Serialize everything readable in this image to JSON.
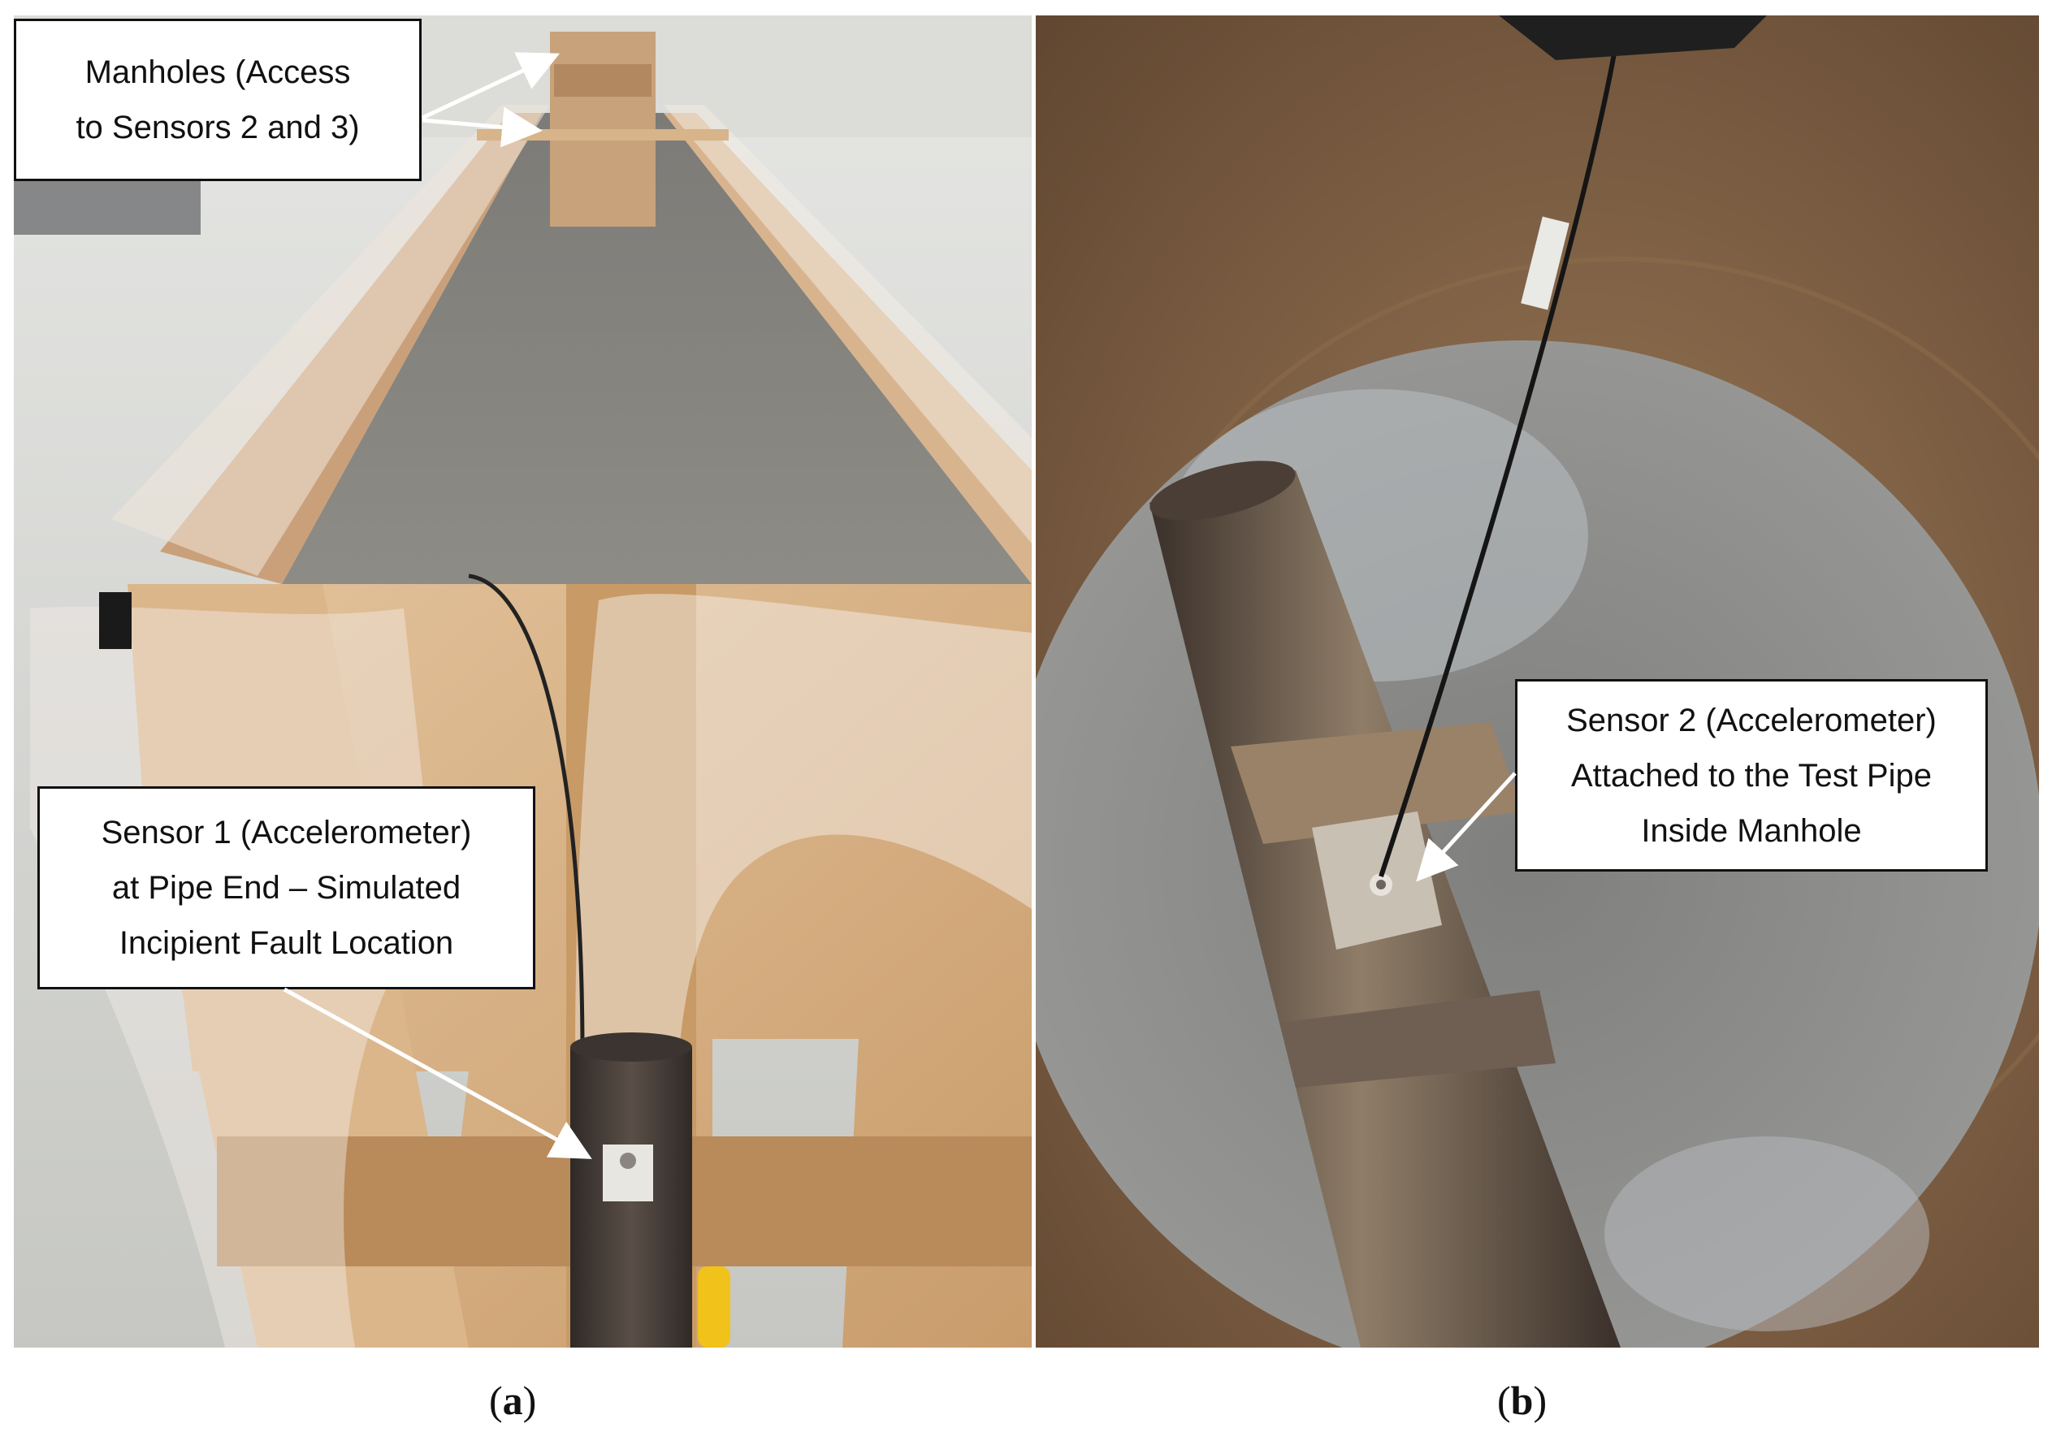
{
  "figure": {
    "panel_a": {
      "label_open": "(",
      "label_letter": "a",
      "label_close": ")",
      "callouts": {
        "manholes": [
          "Manholes (Access",
          "to Sensors 2 and 3)"
        ],
        "sensor1": [
          "Sensor 1 (Accelerometer)",
          "at Pipe End – Simulated",
          "Incipient Fault Location"
        ]
      },
      "photo_icon": "wooden-trench-box-with-pipe-photo"
    },
    "panel_b": {
      "label_open": "(",
      "label_letter": "b",
      "label_close": ")",
      "callouts": {
        "sensor2": [
          "Sensor 2 (Accelerometer)",
          "Attached to the Test Pipe",
          "Inside Manhole"
        ]
      },
      "photo_icon": "pipe-in-manhole-photo"
    },
    "colors": {
      "wood": "#d9b48a",
      "floor": "#cfd0cc",
      "gravel": "#8a8a88",
      "manhole_wall": "#7a5a3c",
      "pipe": "#4a4038"
    }
  }
}
